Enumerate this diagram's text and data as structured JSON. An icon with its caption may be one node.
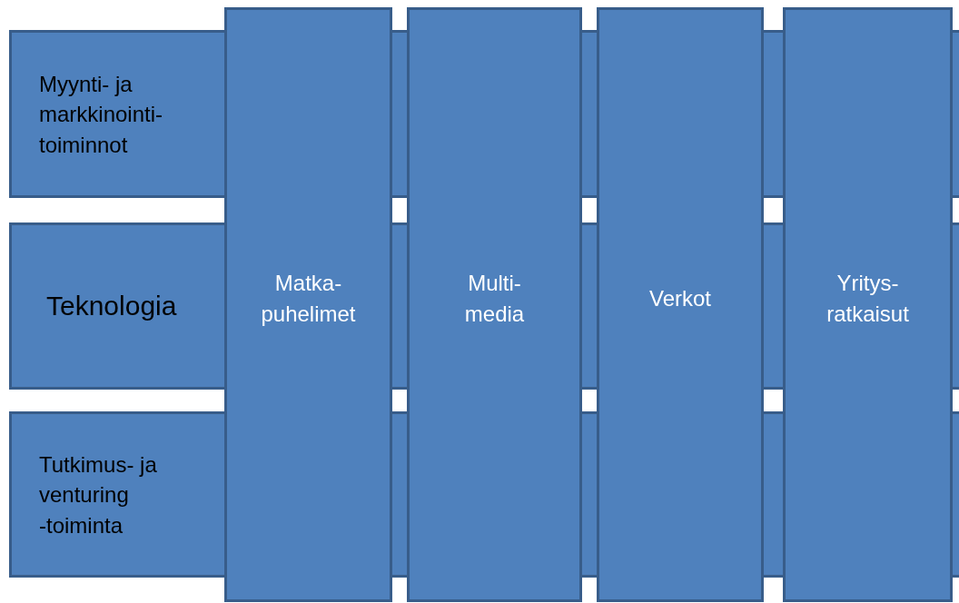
{
  "diagram": {
    "nodes": [
      {
        "text": [
          "Myynti- ja markkinointi- toiminnot"
        ]
      },
      {
        "text": [
          "Teknologia"
        ]
      },
      {
        "text": [
          "Tutkimus- ja venturing -toiminta"
        ]
      },
      {
        "text": [
          "Matka- puhelimet"
        ]
      },
      {
        "text": [
          "Multi- media"
        ]
      },
      {
        "text": [
          "Verkot"
        ]
      },
      {
        "text": [
          "Yritys- ratkaisut"
        ]
      }
    ]
  }
}
